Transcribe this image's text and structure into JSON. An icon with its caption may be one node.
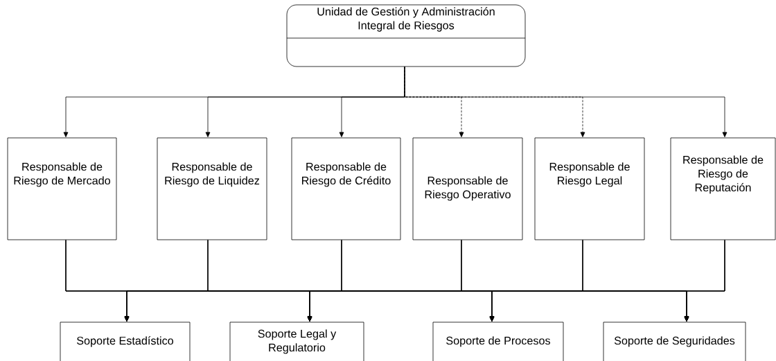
{
  "diagram": {
    "nodes": [
      {
        "text": [
          "Unidad de Gestión y Administración Integral de Riesgos"
        ]
      },
      {
        "text": [
          "Responsable de Riesgo de Mercado"
        ]
      },
      {
        "text": [
          "Responsable de Riesgo de Liquidez"
        ]
      },
      {
        "text": [
          "Responsable de Riesgo de Crédito"
        ]
      },
      {
        "text": [
          "Responsable de Riesgo Operativo"
        ]
      },
      {
        "text": [
          "Responsable de Riesgo Legal"
        ]
      },
      {
        "text": [
          "Responsable de Riesgo de Reputación"
        ]
      },
      {
        "text": [
          "Soporte Estadístico"
        ]
      },
      {
        "text": [
          "Soporte Legal y Regulatorio"
        ]
      },
      {
        "text": [
          "Soporte de Procesos"
        ]
      },
      {
        "text": [
          "Soporte de Seguridades"
        ]
      }
    ],
    "edges": [
      {
        "from": 0,
        "to": 1,
        "arrow": "to"
      },
      {
        "from": 0,
        "to": 2,
        "arrow": "to"
      },
      {
        "from": 0,
        "to": 3,
        "arrow": "to"
      },
      {
        "from": 0,
        "to": 4,
        "arrow": "to",
        "style": "dashed"
      },
      {
        "from": 0,
        "to": 5,
        "arrow": "to",
        "style": "dashed"
      },
      {
        "from": 0,
        "to": 6,
        "arrow": "to"
      },
      {
        "from": 1,
        "to": 7,
        "arrow": "to"
      },
      {
        "from": 1,
        "to": 8,
        "arrow": "to"
      },
      {
        "from": 1,
        "to": 9,
        "arrow": "to"
      },
      {
        "from": 1,
        "to": 10,
        "arrow": "to"
      },
      {
        "from": 2,
        "to": 7,
        "arrow": "to"
      },
      {
        "from": 2,
        "to": 8,
        "arrow": "to"
      },
      {
        "from": 2,
        "to": 9,
        "arrow": "to"
      },
      {
        "from": 2,
        "to": 10,
        "arrow": "to"
      },
      {
        "from": 3,
        "to": 7,
        "arrow": "to"
      },
      {
        "from": 3,
        "to": 8,
        "arrow": "to"
      },
      {
        "from": 3,
        "to": 9,
        "arrow": "to"
      },
      {
        "from": 3,
        "to": 10,
        "arrow": "to"
      },
      {
        "from": 4,
        "to": 7,
        "arrow": "to"
      },
      {
        "from": 4,
        "to": 8,
        "arrow": "to"
      },
      {
        "from": 4,
        "to": 9,
        "arrow": "to"
      },
      {
        "from": 4,
        "to": 10,
        "arrow": "to"
      },
      {
        "from": 5,
        "to": 7,
        "arrow": "to"
      },
      {
        "from": 5,
        "to": 8,
        "arrow": "to"
      },
      {
        "from": 5,
        "to": 9,
        "arrow": "to"
      },
      {
        "from": 5,
        "to": 10,
        "arrow": "to"
      },
      {
        "from": 6,
        "to": 7,
        "arrow": "to"
      },
      {
        "from": 6,
        "to": 8,
        "arrow": "to"
      },
      {
        "from": 6,
        "to": 9,
        "arrow": "to"
      },
      {
        "from": 6,
        "to": 10,
        "arrow": "to"
      }
    ]
  }
}
